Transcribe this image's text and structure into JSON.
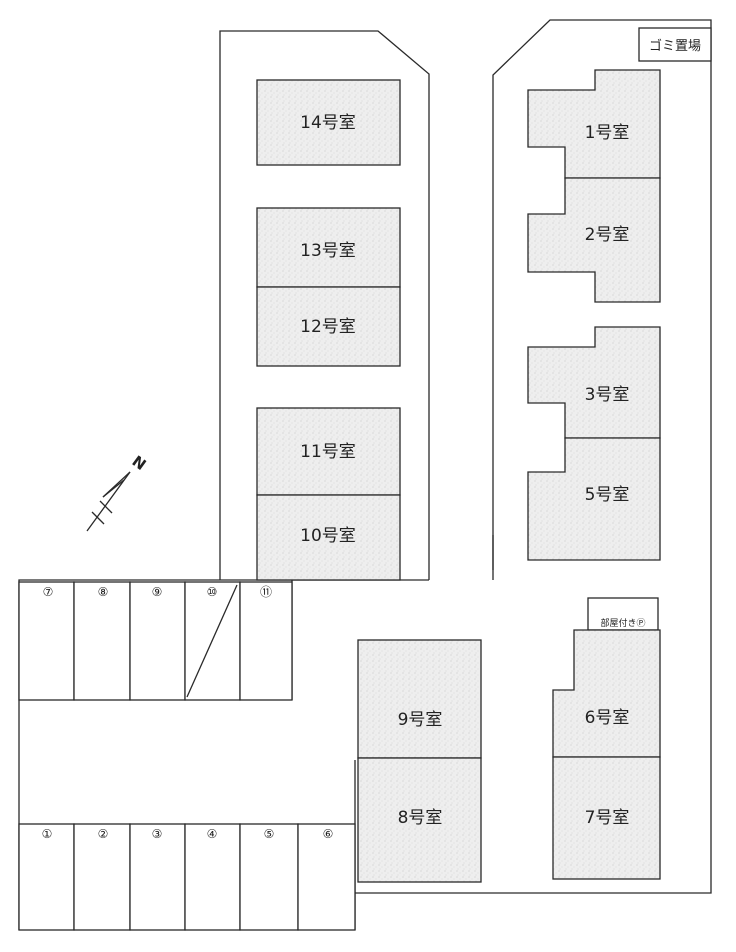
{
  "rooms": {
    "r1": "1号室",
    "r2": "2号室",
    "r3": "3号室",
    "r5": "5号室",
    "r6": "6号室",
    "r7": "7号室",
    "r8": "8号室",
    "r9": "9号室",
    "r10": "10号室",
    "r11": "11号室",
    "r12": "12号室",
    "r13": "13号室",
    "r14": "14号室"
  },
  "parking": {
    "p1": "①",
    "p2": "②",
    "p3": "③",
    "p4": "④",
    "p5": "⑤",
    "p6": "⑥",
    "p7": "⑦",
    "p8": "⑧",
    "p9": "⑨",
    "p10": "⑩",
    "p11": "⑪"
  },
  "trash_area": "ゴミ置場",
  "room_parking": "部屋付きⓅ",
  "north_marker": "N"
}
